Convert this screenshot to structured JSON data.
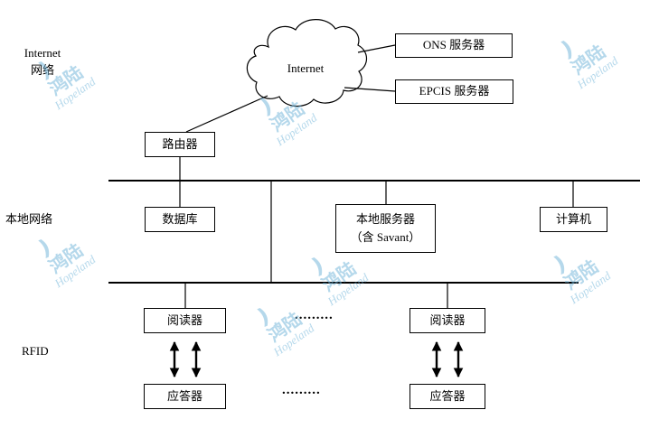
{
  "side_labels": {
    "internet_line1": "Internet",
    "internet_line2": "网络",
    "local_network": "本地网络",
    "rfid": "RFID"
  },
  "cloud": {
    "label": "Internet"
  },
  "boxes": {
    "ons_server": "ONS 服务器",
    "epcis_server": "EPCIS 服务器",
    "router": "路由器",
    "database": "数据库",
    "local_server_line1": "本地服务器",
    "local_server_line2": "（含 Savant）",
    "computer": "计算机",
    "reader_left": "阅读器",
    "reader_right": "阅读器",
    "transponder_left": "应答器",
    "transponder_right": "应答器"
  },
  "ellipses": {
    "readers_row": ".........",
    "transponders_row": "........."
  },
  "watermark": {
    "swoosh": ")",
    "cn": "鸿陆",
    "en": "Hopeland",
    "color": "#6db3d9"
  }
}
